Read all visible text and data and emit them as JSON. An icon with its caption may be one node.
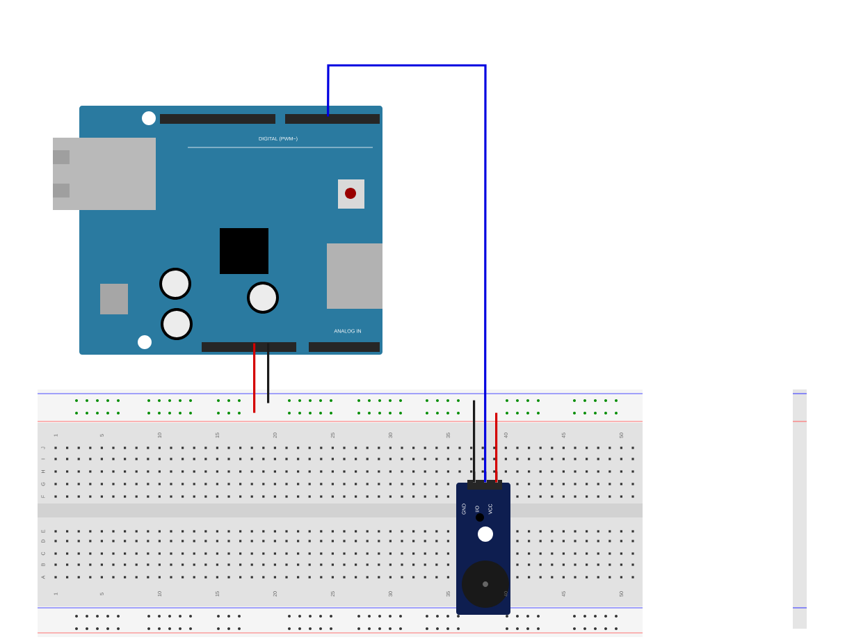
{
  "diagram": {
    "nodes": [
      {
        "text": [],
        "shape": "picture"
      },
      {
        "text": [],
        "shape": "picture"
      },
      {
        "text": [],
        "shape": "picture",
        "in": 1
      }
    ],
    "edges": [
      {
        "from": 0,
        "to": 1,
        "arrow": "none",
        "color": "#d40000"
      },
      {
        "from": 0,
        "to": 1,
        "arrow": "none",
        "color": "#1a1a1a"
      },
      {
        "from": 0,
        "to": 2,
        "arrow": "none",
        "color": "#0000e0"
      },
      {
        "from": 1,
        "to": 2,
        "arrow": "none",
        "color": "#1a1a1a"
      },
      {
        "from": 1,
        "to": 2,
        "arrow": "none",
        "color": "#d40000"
      }
    ],
    "labels": [
      "DIGITAL (PWM~)",
      "ANALOG IN",
      "GND",
      "I/O",
      "VCC",
      "1",
      "5",
      "10",
      "15",
      "20",
      "25",
      "30",
      "35",
      "40",
      "45",
      "50",
      "J",
      "I",
      "H",
      "G",
      "F",
      "E",
      "D",
      "C",
      "B",
      "A",
      "1",
      "5",
      "10",
      "15",
      "20",
      "25",
      "30",
      "35",
      "40",
      "45",
      "50"
    ]
  }
}
